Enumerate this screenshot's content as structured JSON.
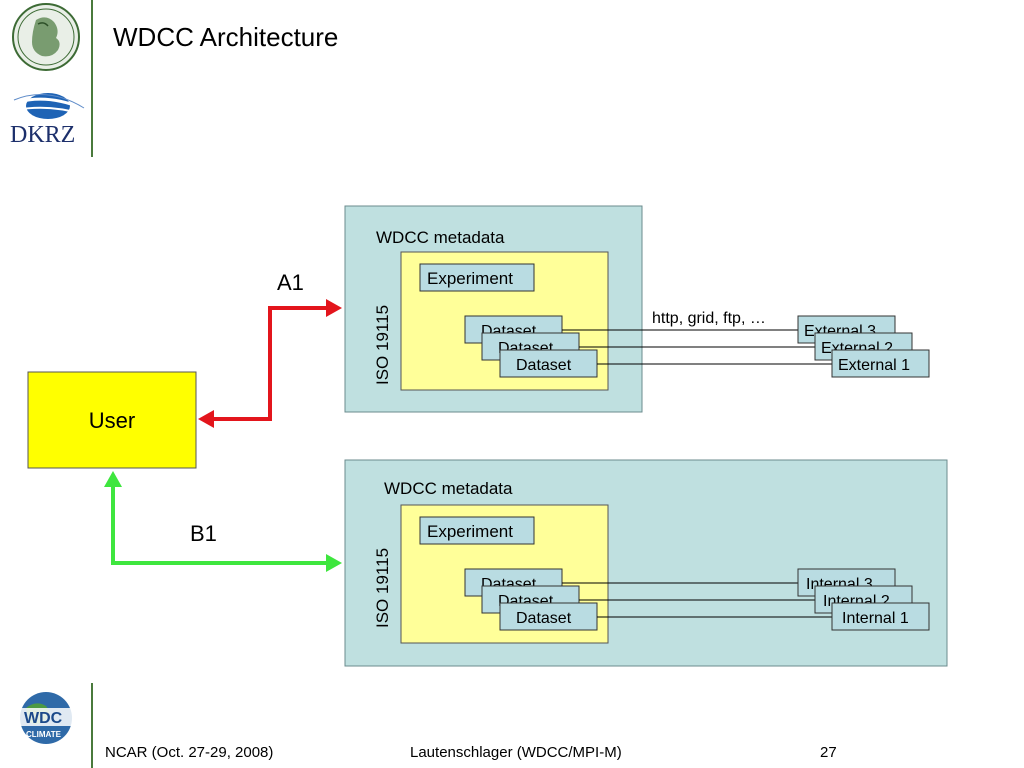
{
  "slide": {
    "title": "WDCC Architecture",
    "footer": {
      "left": "NCAR (Oct. 27-29, 2008)",
      "center": "Lautenschlager (WDCC/MPI-M)",
      "page": "27"
    }
  },
  "logos": {
    "top": "max-planck-minerva-logo",
    "middle_text": "DKRZ",
    "bottom_text": "WDC",
    "bottom_subtext": "CLIMATE"
  },
  "colors": {
    "panel": "#bfe0e0",
    "inner": "#ffff99",
    "box": "#b9dce2",
    "user": "#ffff00",
    "arrow_red": "#e3151c",
    "arrow_green": "#3ee63e",
    "sidebar_line": "#4a7a3c"
  },
  "diagram": {
    "user": "User",
    "arrow_a": "A1",
    "arrow_b": "B1",
    "panel_a": {
      "title": "WDCC metadata",
      "iso": "ISO 19115",
      "experiment": "Experiment",
      "datasets": [
        "Dataset",
        "Dataset",
        "Dataset"
      ],
      "protocols": "http, grid, ftp, …",
      "targets": [
        "External 3",
        "External 2",
        "External 1"
      ]
    },
    "panel_b": {
      "title": "WDCC metadata",
      "iso": "ISO 19115",
      "experiment": "Experiment",
      "datasets": [
        "Dataset",
        "Dataset",
        "Dataset"
      ],
      "targets": [
        "Internal 3",
        "Internal 2",
        "Internal 1"
      ]
    }
  }
}
